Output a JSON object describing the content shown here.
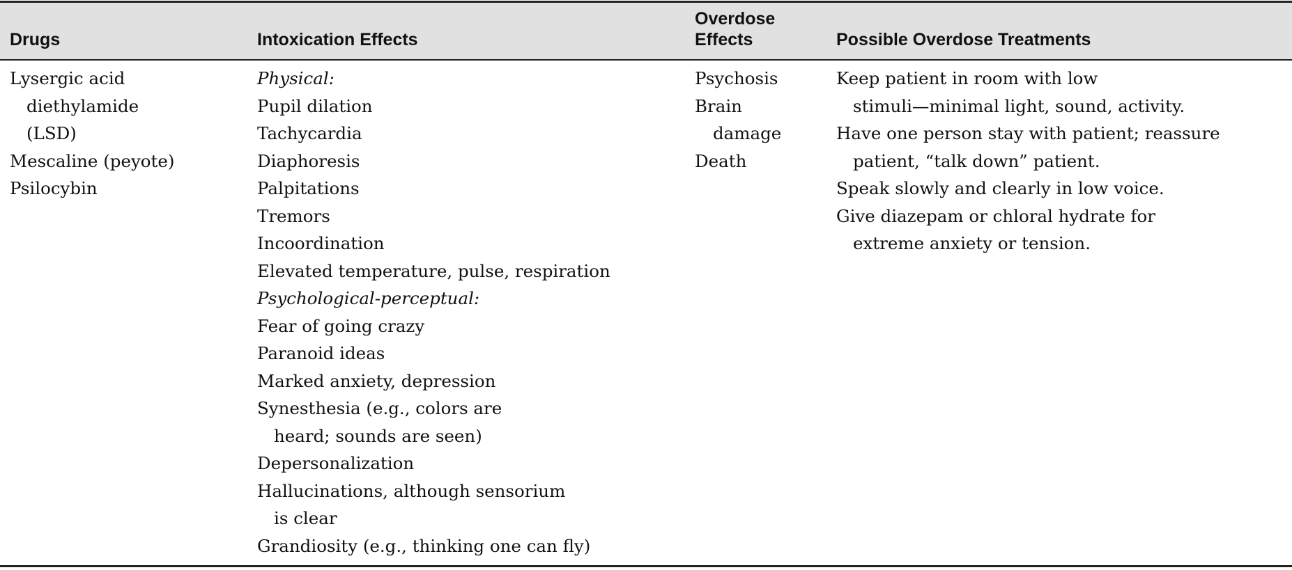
{
  "headers": {
    "drugs": "Drugs",
    "intoxication": "Intoxication Effects",
    "overdose_line1": "Overdose",
    "overdose_line2": "Effects",
    "treatments": "Possible Overdose Treatments"
  },
  "drugs": [
    {
      "lines": [
        "Lysergic acid",
        "diethylamide",
        "(LSD)"
      ]
    },
    {
      "lines": [
        "Mescaline (peyote)"
      ]
    },
    {
      "lines": [
        "Psilocybin"
      ]
    }
  ],
  "intoxication": {
    "physical_heading": "Physical:",
    "physical": [
      "Pupil dilation",
      "Tachycardia",
      "Diaphoresis",
      "Palpitations",
      "Tremors",
      "Incoordination",
      "Elevated temperature, pulse, respiration"
    ],
    "psych_heading": "Psychological-perceptual:",
    "psych": [
      {
        "lines": [
          "Fear of going crazy"
        ]
      },
      {
        "lines": [
          "Paranoid ideas"
        ]
      },
      {
        "lines": [
          "Marked anxiety, depression"
        ]
      },
      {
        "lines": [
          "Synesthesia (e.g., colors are",
          "heard; sounds are seen)"
        ]
      },
      {
        "lines": [
          "Depersonalization"
        ]
      },
      {
        "lines": [
          "Hallucinations, although sensorium",
          "is clear"
        ]
      },
      {
        "lines": [
          "Grandiosity (e.g., thinking one can fly)"
        ]
      }
    ]
  },
  "overdose": [
    {
      "lines": [
        "Psychosis"
      ]
    },
    {
      "lines": [
        "Brain",
        "damage"
      ]
    },
    {
      "lines": [
        "Death"
      ]
    }
  ],
  "treatments": [
    {
      "lines": [
        "Keep patient in room with low",
        "stimuli—minimal light, sound, activity."
      ]
    },
    {
      "lines": [
        "Have one person stay with patient; reassure",
        "patient, “talk down” patient."
      ]
    },
    {
      "lines": [
        "Speak slowly and clearly in low voice."
      ]
    },
    {
      "lines": [
        "Give diazepam or chloral hydrate for",
        "extreme anxiety or tension."
      ]
    }
  ]
}
